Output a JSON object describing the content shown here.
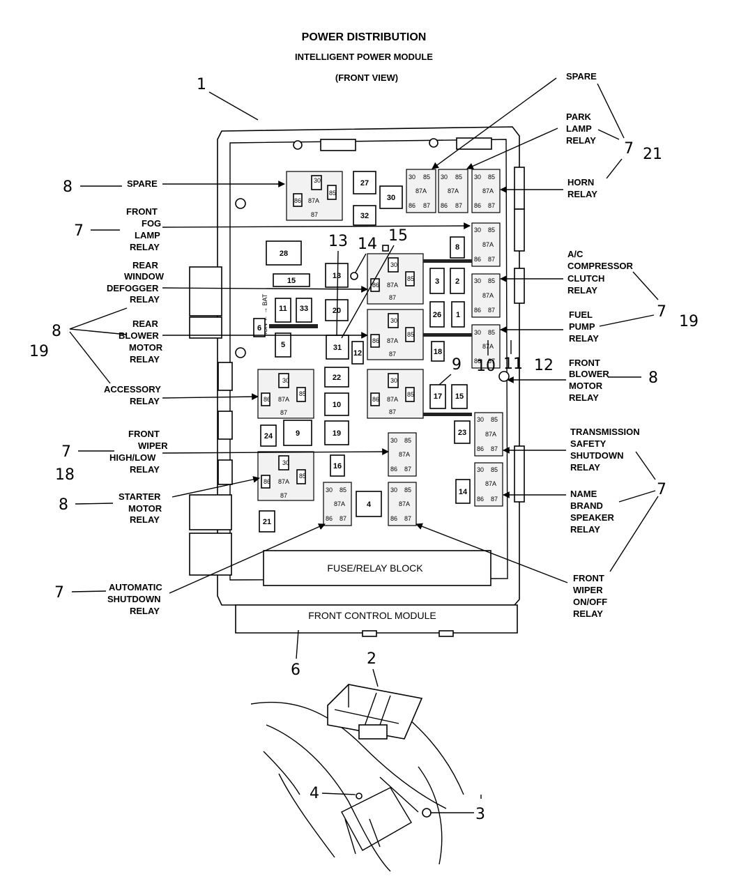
{
  "header": {
    "title": "POWER DISTRIBUTION",
    "subtitle": "INTELLIGENT POWER MODULE",
    "view": "(FRONT VIEW)"
  },
  "module": {
    "fuse_relay_block": "FUSE/RELAY BLOCK",
    "front_control_module": "FRONT CONTROL MODULE",
    "ign_bat_label": "IGN ← → BAT"
  },
  "left_callouts": [
    {
      "num": "8",
      "lines": [
        "SPARE"
      ]
    },
    {
      "num": "7",
      "lines": [
        "FRONT",
        "FOG",
        "LAMP",
        "RELAY"
      ]
    },
    {
      "num": "",
      "lines": [
        "REAR",
        "WINDOW",
        "DEFOGGER",
        "RELAY"
      ]
    },
    {
      "num": "8",
      "lines": [
        "REAR",
        "BLOWER",
        "MOTOR",
        "RELAY"
      ]
    },
    {
      "num": "19",
      "lines": []
    },
    {
      "num": "",
      "lines": [
        "ACCESSORY",
        "RELAY"
      ]
    },
    {
      "num": "7",
      "lines": [
        "FRONT",
        "WIPER",
        "HIGH/LOW",
        "RELAY"
      ]
    },
    {
      "num": "18",
      "lines": []
    },
    {
      "num": "8",
      "lines": [
        "STARTER",
        "MOTOR",
        "RELAY"
      ]
    },
    {
      "num": "7",
      "lines": [
        "AUTOMATIC",
        "SHUTDOWN",
        "RELAY"
      ]
    }
  ],
  "right_callouts": [
    {
      "lines": [
        "SPARE"
      ]
    },
    {
      "lines": [
        "PARK",
        "LAMP",
        "RELAY"
      ]
    },
    {
      "lines": [
        "HORN",
        "RELAY"
      ]
    },
    {
      "lines": [
        "A/C",
        "COMPRESSOR",
        "CLUTCH",
        "RELAY"
      ]
    },
    {
      "lines": [
        "FUEL",
        "PUMP",
        "RELAY"
      ]
    },
    {
      "lines": [
        "FRONT",
        "BLOWER",
        "MOTOR",
        "RELAY"
      ]
    },
    {
      "lines": [
        "TRANSMISSION",
        "SAFETY",
        "SHUTDOWN",
        "RELAY"
      ]
    },
    {
      "lines": [
        "NAME",
        "BRAND",
        "SPEAKER",
        "RELAY"
      ]
    },
    {
      "lines": [
        "FRONT",
        "WIPER",
        "ON/OFF",
        "RELAY"
      ]
    }
  ],
  "part_numbers": {
    "n1": "1",
    "n2": "2",
    "n3": "3",
    "n4": "4",
    "n6": "6",
    "n7_top": "7",
    "n21": "21",
    "n7_ac": "7",
    "n19_right": "19",
    "n8_blower": "8",
    "n7_tss": "7",
    "n13": "13",
    "n14": "14",
    "n15": "15",
    "n9": "9",
    "n10": "10",
    "n11": "11",
    "n12": "12"
  },
  "cavities": {
    "c27": "27",
    "c30": "30",
    "c32": "32",
    "c28": "28",
    "c13": "13",
    "c15": "15",
    "c20": "20",
    "c11": "11",
    "c33": "33",
    "c5": "5",
    "c31": "31",
    "c12": "12",
    "c22": "22",
    "c10": "10",
    "c19": "19",
    "c24": "24",
    "c9": "9",
    "c21": "21",
    "c16": "16",
    "c4": "4",
    "c6": "6",
    "c3": "3",
    "c2": "2",
    "c26": "26",
    "c1": "1",
    "c18": "18",
    "c17": "17",
    "c15b": "15",
    "c23": "23",
    "c14": "14",
    "c8": "8"
  },
  "relay_pins": {
    "p30": "30",
    "p85": "85",
    "p87a": "87A",
    "p86": "86",
    "p87": "87"
  }
}
